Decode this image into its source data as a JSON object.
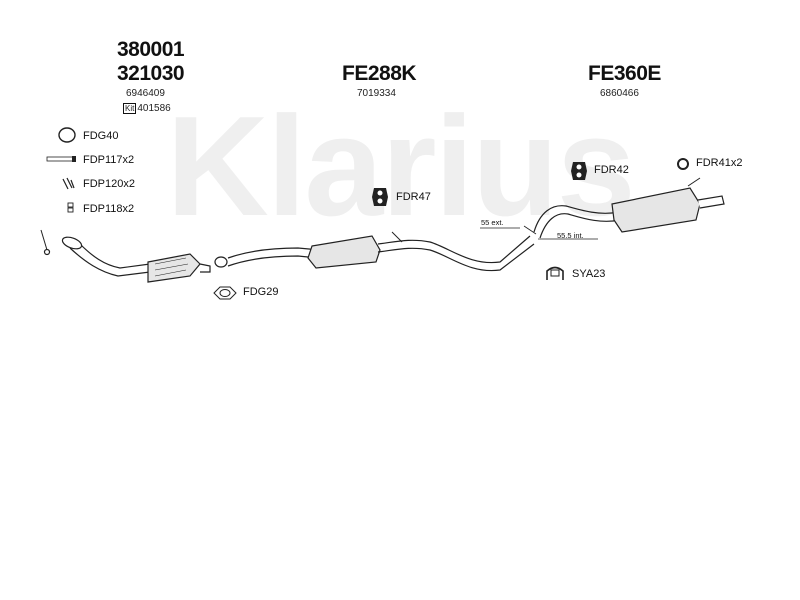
{
  "watermark": "Klarius",
  "colors": {
    "line": "#222222",
    "part_fill": "#e6e6e6",
    "watermark": "#efefef"
  },
  "group1": {
    "code_a": "380001",
    "code_b": "321030",
    "ref": "6946409",
    "kit_badge": "Kit",
    "kit_ref": "401586"
  },
  "group2": {
    "code": "FE288K",
    "ref": "7019334"
  },
  "group3": {
    "code": "FE360E",
    "ref": "6860466"
  },
  "parts": {
    "fdg40": "FDG40",
    "fdp117": "FDP117x2",
    "fdp120": "FDP120x2",
    "fdp118": "FDP118x2",
    "fdg29": "FDG29",
    "fdr47": "FDR47",
    "fdr42": "FDR42",
    "fdr41": "FDR41x2",
    "sya23": "SYA23"
  },
  "dimensions": {
    "ext": "55 ext.",
    "int": "55.5 int."
  }
}
